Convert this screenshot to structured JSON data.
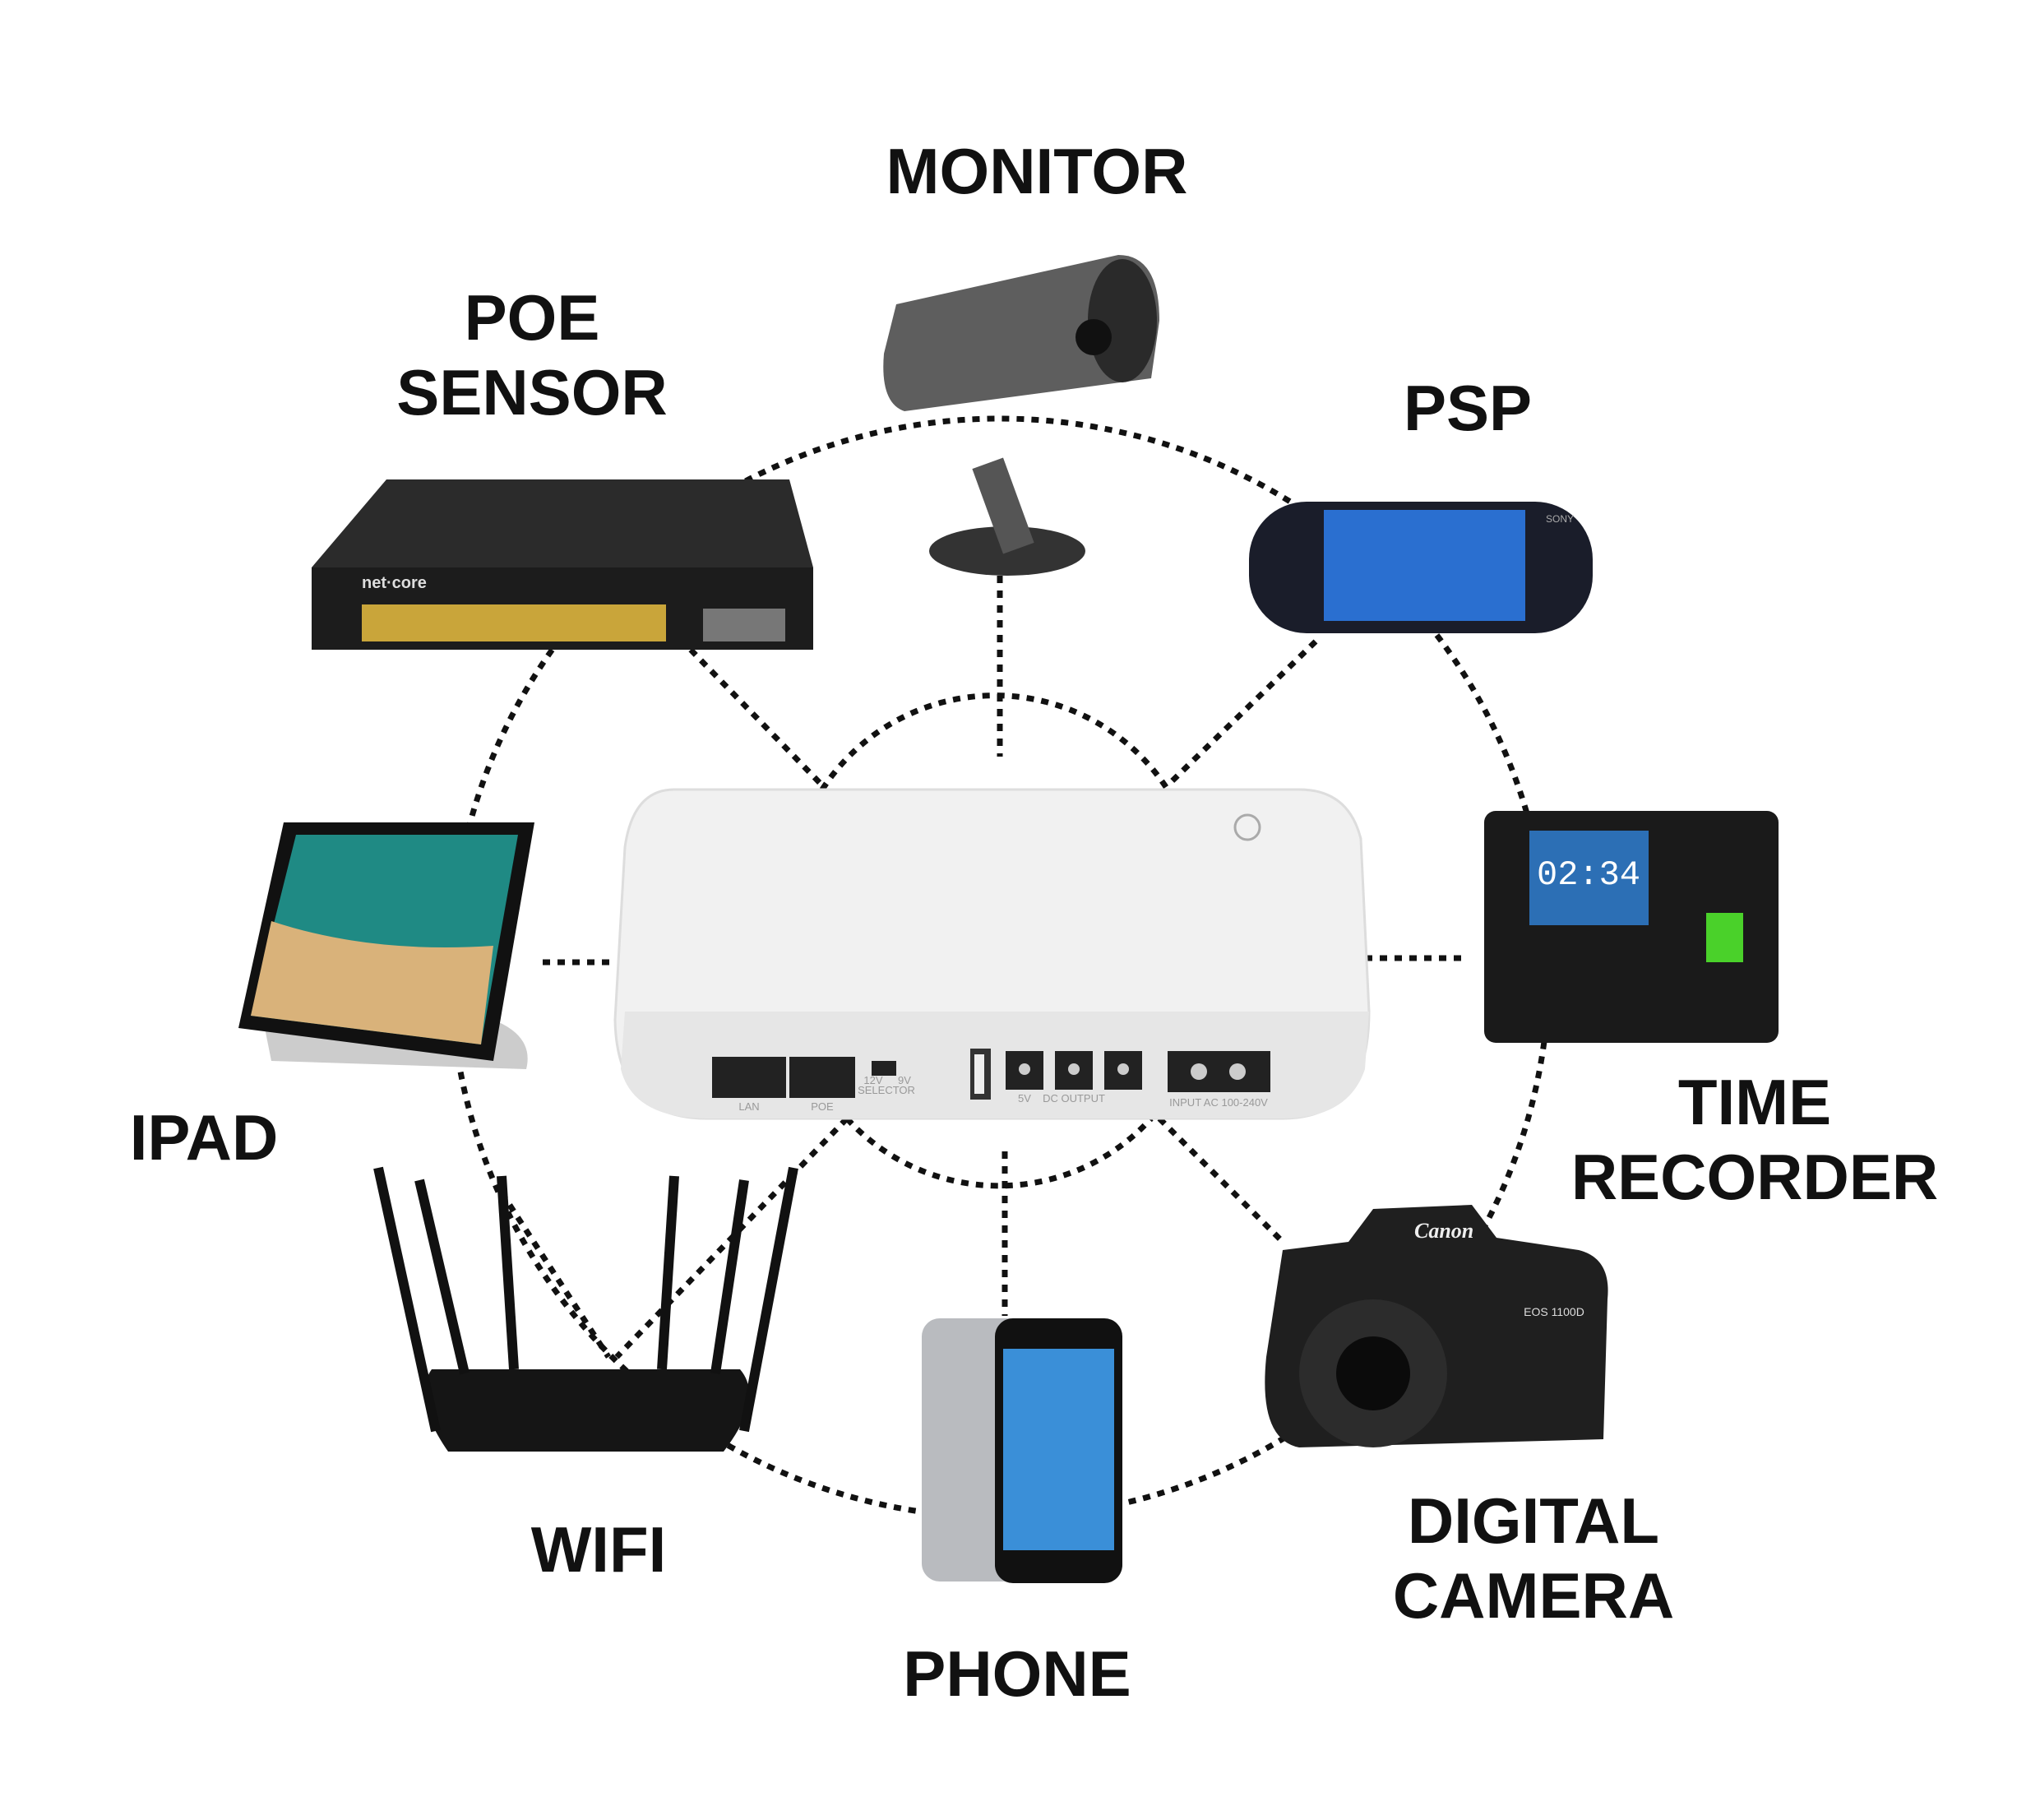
{
  "labels": {
    "monitor": "MONITOR",
    "poe_line1": "POE",
    "poe_line2": "SENSOR",
    "psp": "PSP",
    "ipad": "IPAD",
    "time_line1": "TIME",
    "time_line2": "RECORDER",
    "wifi": "WIFI",
    "camera_line1": "DIGITAL",
    "camera_line2": "CAMERA",
    "phone": "PHONE"
  },
  "ups_ports": {
    "lan": "LAN",
    "poe": "POE",
    "selector": "SELECTOR",
    "v12": "12V",
    "v9": "9V",
    "v5": "5V",
    "output": "DC OUTPUT",
    "input": "INPUT AC 100-240V"
  },
  "device_text": {
    "switch_brand": "net·core",
    "clock": "02:34",
    "camera_brand": "Canon",
    "camera_model": "EOS 1100D",
    "psp_brand": "SONY"
  }
}
